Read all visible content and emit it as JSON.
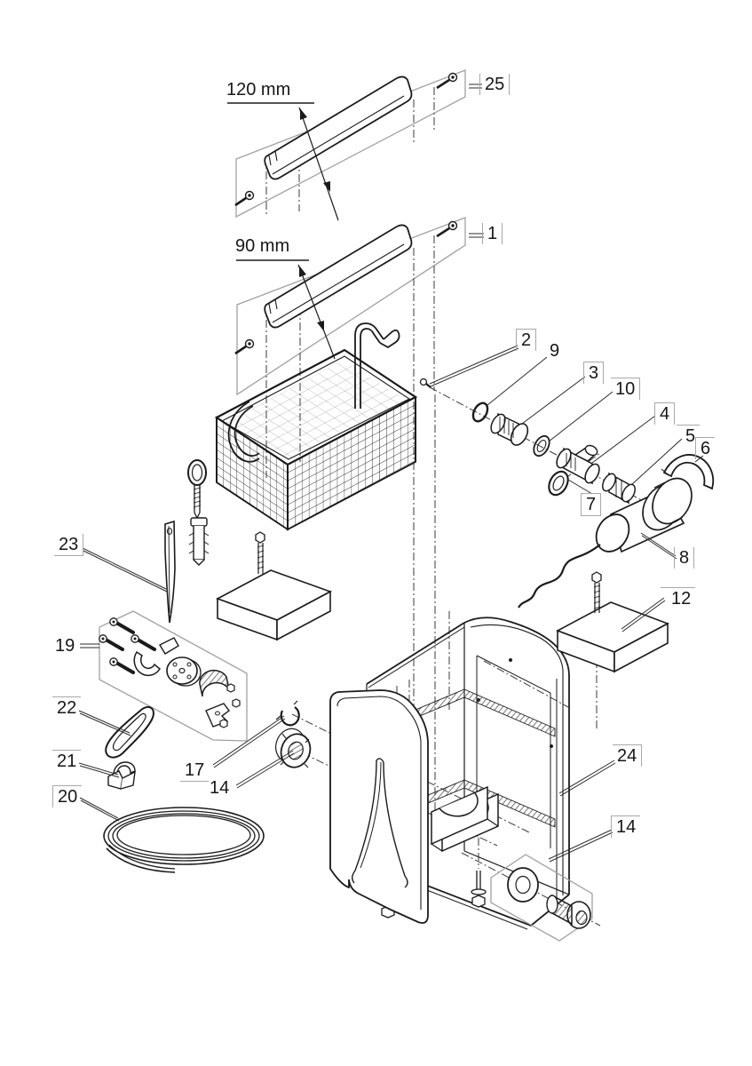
{
  "diagram": {
    "type": "exploded-parts-diagram",
    "dimension_labels": {
      "top": "120 mm",
      "bottom": "90 mm"
    },
    "callouts": [
      {
        "text": "25"
      },
      {
        "text": "1"
      },
      {
        "text": "2"
      },
      {
        "text": "9"
      },
      {
        "text": "3"
      },
      {
        "text": "10"
      },
      {
        "text": "4"
      },
      {
        "text": "5"
      },
      {
        "text": "6"
      },
      {
        "text": "7"
      },
      {
        "text": "8"
      },
      {
        "text": "12"
      },
      {
        "text": "23"
      },
      {
        "text": "19"
      },
      {
        "text": "22"
      },
      {
        "text": "21"
      },
      {
        "text": "20"
      },
      {
        "text": "17"
      },
      {
        "text": "14"
      },
      {
        "text": "24"
      },
      {
        "text": "14"
      }
    ],
    "colors": {
      "line": "#1b1b1b",
      "boundary": "#a0a0a0",
      "background": "#ffffff"
    }
  }
}
